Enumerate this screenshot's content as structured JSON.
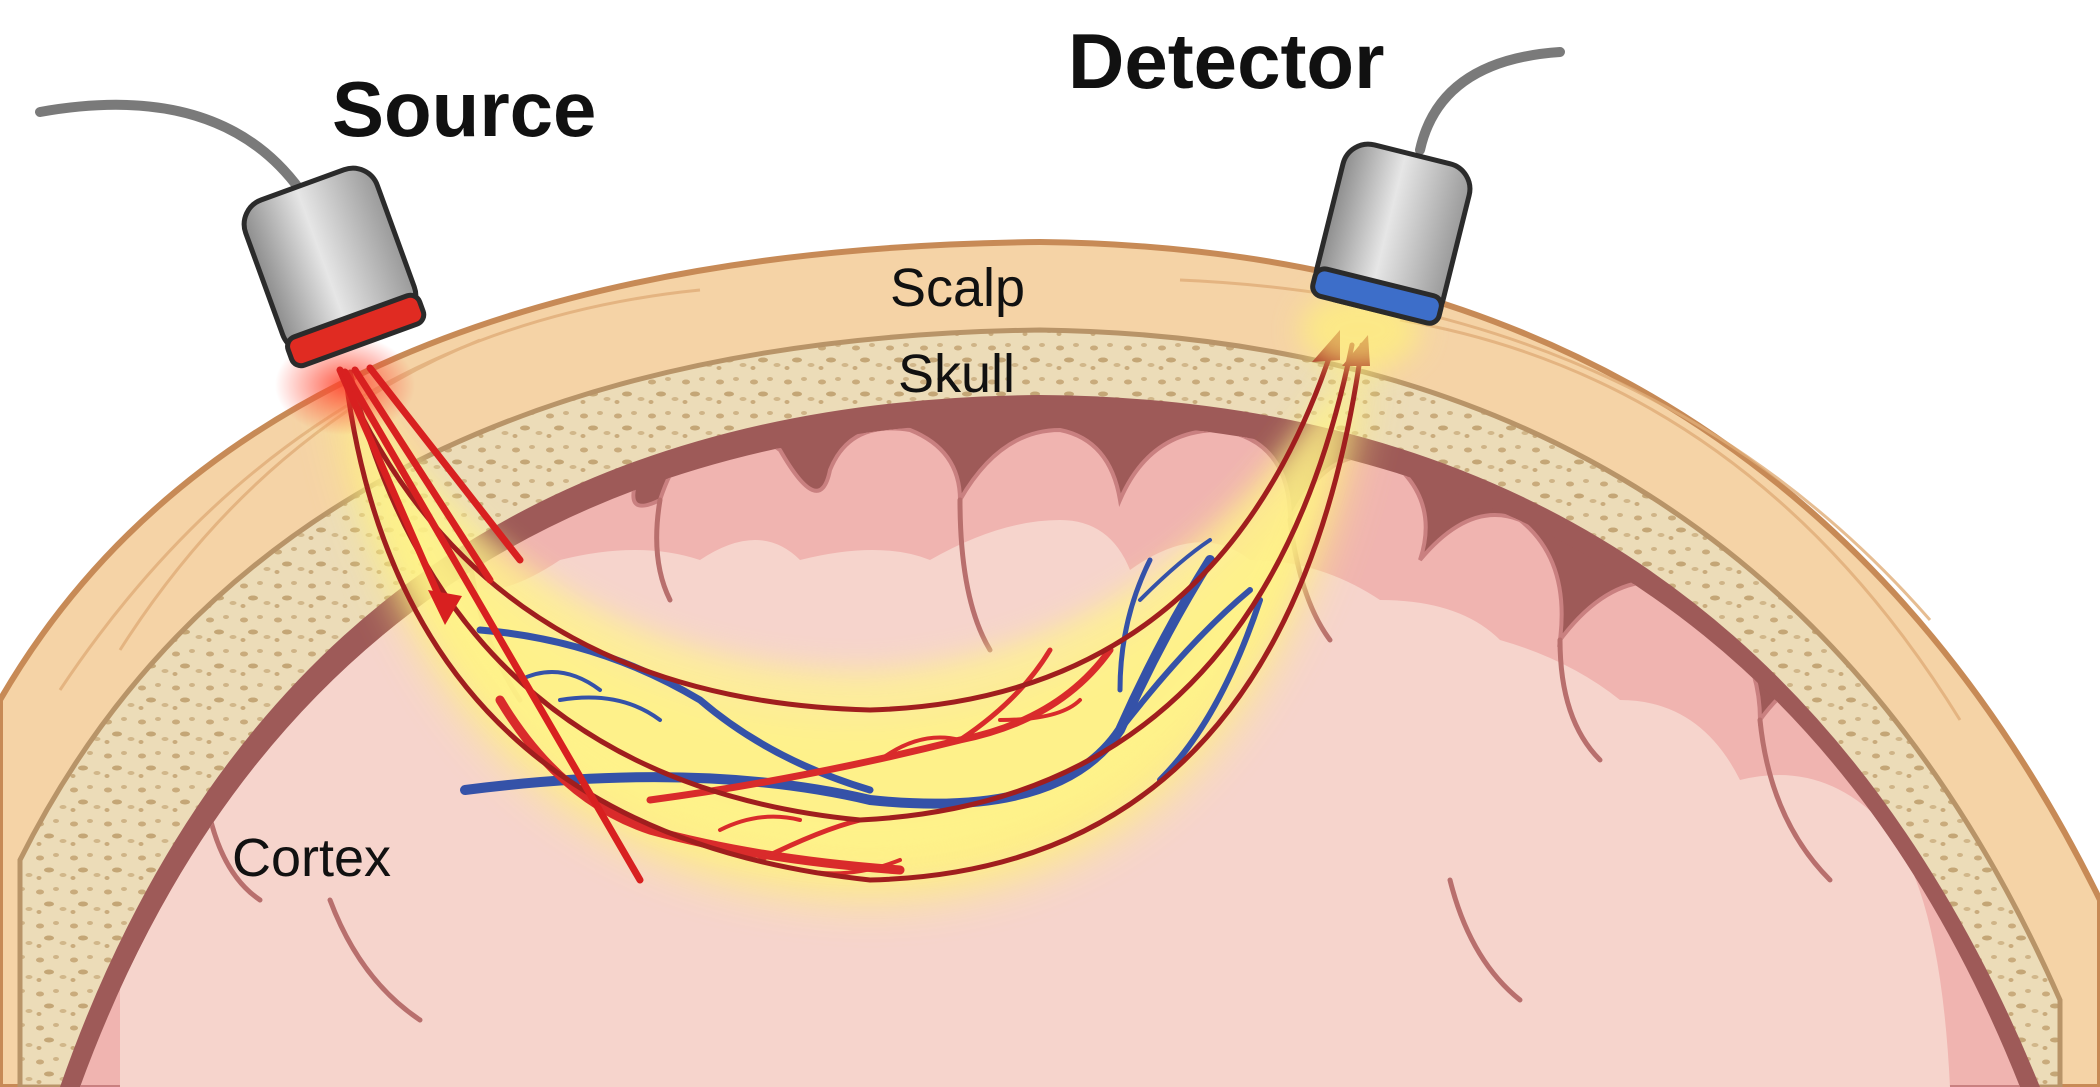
{
  "labels": {
    "source": "Source",
    "detector": "Detector",
    "scalp": "Scalp",
    "skull": "Skull",
    "cortex": "Cortex"
  },
  "colors": {
    "scalp": "#f5d3a6",
    "skull": "#ecdcb8",
    "cortex": "#f0b4b0",
    "white_matter": "#f6d4cc",
    "sulcus": "#9e5a58",
    "light_glow": "#fff27a",
    "light_path": "#a01e1e",
    "artery": "#d92b2b",
    "vein": "#3552a8",
    "source_emitter": "#e02b22",
    "detector_receiver": "#3d6ec9",
    "probe_body": "#b8b8b8"
  },
  "icons": {
    "source_probe": "light-source-probe-icon",
    "detector_probe": "light-detector-probe-icon"
  }
}
